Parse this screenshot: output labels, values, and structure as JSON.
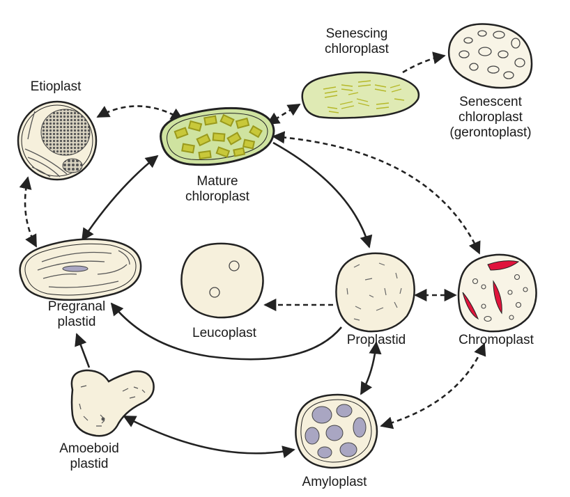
{
  "colors": {
    "outline": "#222222",
    "cell_fill": "#f6f0dc",
    "chloroplast_fill": "#cfe3a0",
    "thylakoid": "#b5b828",
    "senescing_fill": "#dfeab4",
    "starch": "#a9a6c2",
    "carotenoid": "#e0143c",
    "prolamellar": "#555555"
  },
  "labels": {
    "etioplast": [
      "Etioplast"
    ],
    "senescing": [
      "Senescing",
      "chloroplast"
    ],
    "senescent": [
      "Senescent",
      "chloroplast",
      "(gerontoplast)"
    ],
    "mature": [
      "Mature",
      "chloroplast"
    ],
    "pregranal": [
      "Pregranal",
      "plastid"
    ],
    "leucoplast": [
      "Leucoplast"
    ],
    "proplastid": [
      "Proplastid"
    ],
    "chromoplast": [
      "Chromoplast"
    ],
    "amoeboid": [
      "Amoeboid",
      "plastid"
    ],
    "amyloplast": [
      "Amyloplast"
    ]
  }
}
